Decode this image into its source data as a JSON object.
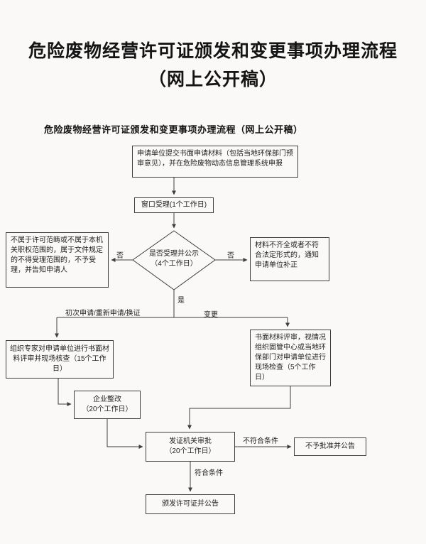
{
  "page": {
    "title_line1": "危险废物经营许可证颁发和变更事项办理流程",
    "title_line2": "（网上公开稿）",
    "subtitle": "危险废物经营许可证颁发和变更事项办理流程（网上公开稿）"
  },
  "palette": {
    "paper": "#faf9f7",
    "ink": "#1e1e1e",
    "line": "#3f3f3f"
  },
  "flow": {
    "nodes": {
      "submit": "申请单位提交书面申请材料（包括当地环保部门预审意见），并在危险废物动态信息管理系统申报",
      "window": "窗口受理(1个工作日)",
      "decision_line1": "是否受理并公示",
      "decision_line2": "（4个工作日）",
      "reject": "不属于许可范畴或不属于本机关职权范围的，属于文件规定的不得受理范围的，不予受理，并告知申请人",
      "supplement": "材料不齐全或者不符合法定形式的，通知申请单位补正",
      "expert_review": "组织专家对申请单位进行书面材料评审并现场核查（15个工作日）",
      "written_review": "书面材料评审，视情况组织固管中心或当地环保部门对申请单位进行现场检查（5个工作日）",
      "rectify_line1": "企业整改",
      "rectify_line2": "（20个工作日）",
      "approval_line1": "发证机关审批",
      "approval_line2": "（20个工作日）",
      "deny": "不予批准并公告",
      "issue": "颁发许可证并公告"
    },
    "labels": {
      "no_left": "否",
      "no_right": "否",
      "yes": "是",
      "renew": "初次申请/重新申请/换证",
      "change": "变更",
      "fail": "不符合条件",
      "pass": "符合条件"
    }
  }
}
